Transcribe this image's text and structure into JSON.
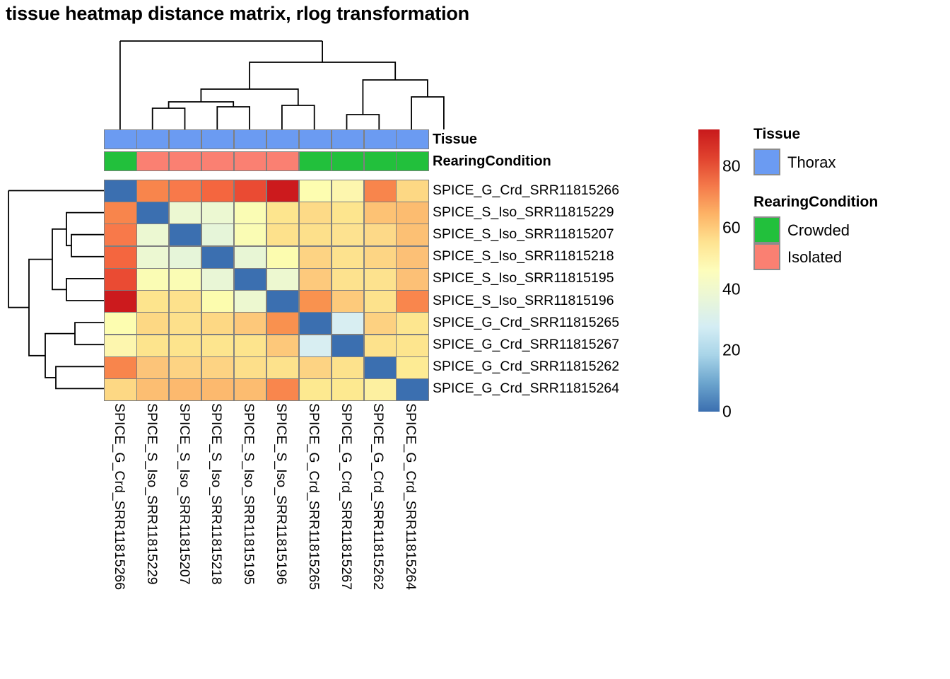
{
  "title": "tissue heatmap distance matrix, rlog transformation",
  "samples": [
    "SPICE_G_Crd_SRR11815266",
    "SPICE_S_Iso_SRR11815229",
    "SPICE_S_Iso_SRR11815207",
    "SPICE_S_Iso_SRR11815218",
    "SPICE_S_Iso_SRR11815195",
    "SPICE_S_Iso_SRR11815196",
    "SPICE_G_Crd_SRR11815265",
    "SPICE_G_Crd_SRR11815267",
    "SPICE_G_Crd_SRR11815262",
    "SPICE_G_Crd_SRR11815264"
  ],
  "annotations": {
    "tissue": {
      "label": "Tissue",
      "values": [
        "Thorax",
        "Thorax",
        "Thorax",
        "Thorax",
        "Thorax",
        "Thorax",
        "Thorax",
        "Thorax",
        "Thorax",
        "Thorax"
      ]
    },
    "rearing": {
      "label": "RearingCondition",
      "values": [
        "Crowded",
        "Isolated",
        "Isolated",
        "Isolated",
        "Isolated",
        "Isolated",
        "Crowded",
        "Crowded",
        "Crowded",
        "Crowded"
      ]
    }
  },
  "legends": [
    {
      "title": "Tissue",
      "entries": [
        {
          "label": "Thorax",
          "color": "#6b9bf2"
        }
      ]
    },
    {
      "title": "RearingCondition",
      "entries": [
        {
          "label": "Crowded",
          "color": "#22c03c"
        },
        {
          "label": "Isolated",
          "color": "#fa8072"
        }
      ]
    }
  ],
  "colorbar": {
    "ticks": [
      "80",
      "60",
      "40",
      "20",
      "0"
    ],
    "tick_values": [
      80,
      60,
      40,
      20,
      0
    ],
    "min": 0,
    "max": 92,
    "stops": [
      "#c8191c",
      "#e0422e",
      "#f4794a",
      "#fdb366",
      "#fee391",
      "#fdfdbb",
      "#e9f6d8",
      "#d4edf4",
      "#a8d4e8",
      "#6ba4cd",
      "#3b6fb0"
    ]
  },
  "chart_data": {
    "type": "heatmap",
    "title": "tissue heatmap distance matrix, rlog transformation",
    "xlabel": "",
    "ylabel": "",
    "categories": [
      "SPICE_G_Crd_SRR11815266",
      "SPICE_S_Iso_SRR11815229",
      "SPICE_S_Iso_SRR11815207",
      "SPICE_S_Iso_SRR11815218",
      "SPICE_S_Iso_SRR11815195",
      "SPICE_S_Iso_SRR11815196",
      "SPICE_G_Crd_SRR11815265",
      "SPICE_G_Crd_SRR11815267",
      "SPICE_G_Crd_SRR11815262",
      "SPICE_G_Crd_SRR11815264"
    ],
    "row_categories": [
      "SPICE_G_Crd_SRR11815266",
      "SPICE_S_Iso_SRR11815229",
      "SPICE_S_Iso_SRR11815207",
      "SPICE_S_Iso_SRR11815218",
      "SPICE_S_Iso_SRR11815195",
      "SPICE_S_Iso_SRR11815196",
      "SPICE_G_Crd_SRR11815265",
      "SPICE_G_Crd_SRR11815267",
      "SPICE_G_Crd_SRR11815262",
      "SPICE_G_Crd_SRR11815264"
    ],
    "zlim": [
      0,
      92
    ],
    "colormap": "RdYlBu_r",
    "cell_colors": [
      [
        "#3b6fb0",
        "#f8854c",
        "#f8794a",
        "#f4663f",
        "#ea4b33",
        "#cc1a1d",
        "#fdfdb0",
        "#fdf6ae",
        "#f8854c",
        "#fdd884"
      ],
      [
        "#f8854c",
        "#3b6fb0",
        "#ecf8d2",
        "#ecf8d2",
        "#fafcb4",
        "#fde58e",
        "#fdda87",
        "#fde58e",
        "#fdc274",
        "#fcbc70"
      ],
      [
        "#f8794a",
        "#ecf8d2",
        "#3b6fb0",
        "#e6f5d9",
        "#fafcb4",
        "#fde18c",
        "#fde08b",
        "#fde290",
        "#fdd988",
        "#fcc074"
      ],
      [
        "#f4663f",
        "#ecf8d2",
        "#e6f5d9",
        "#3b6fb0",
        "#e8f6d5",
        "#fcfcaf",
        "#fdd383",
        "#fde28e",
        "#fdd584",
        "#fcc076"
      ],
      [
        "#ea4b33",
        "#fafcb4",
        "#fafcb4",
        "#e9f6d6",
        "#3b6fb0",
        "#edf8d0",
        "#fdc97c",
        "#fde28e",
        "#fde28e",
        "#fcc076"
      ],
      [
        "#cc1a1d",
        "#fde48d",
        "#fde18c",
        "#fcfcae",
        "#edf8d0",
        "#3b6fb0",
        "#f9924f",
        "#fdca7b",
        "#fde28c",
        "#f9864d"
      ],
      [
        "#fdfdb0",
        "#fdd884",
        "#fde08b",
        "#fdd884",
        "#fdc87a",
        "#f9914f",
        "#3b6fb0",
        "#d8eef2",
        "#fdd181",
        "#fde68f"
      ],
      [
        "#fdf6ae",
        "#fde48d",
        "#fde48d",
        "#fde58e",
        "#fde48d",
        "#fdc87a",
        "#d8eef2",
        "#3b6fb0",
        "#fde28c",
        "#fde58e"
      ],
      [
        "#f8854c",
        "#fcc479",
        "#fdd383",
        "#fdd383",
        "#fddf8a",
        "#fde28c",
        "#fdd383",
        "#fde28c",
        "#3b6fb0",
        "#fdeb94"
      ],
      [
        "#fdd884",
        "#fcbe72",
        "#fcb96e",
        "#fcb96e",
        "#fcbc70",
        "#f9864d",
        "#fde990",
        "#fde990",
        "#fdf0a0",
        "#3b6fb0"
      ]
    ]
  },
  "dendrograms": {
    "column": {
      "orientation": "top",
      "leaf_count": 10
    },
    "row": {
      "orientation": "left",
      "leaf_count": 10
    }
  }
}
